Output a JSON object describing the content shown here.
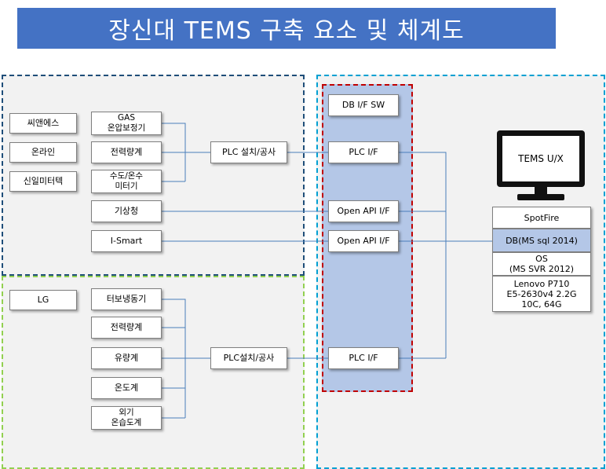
{
  "title": "장신대 TEMS 구축 요소 및 체계도",
  "colors": {
    "title_bg": "#4472C4",
    "group_a_border": "#1F4E79",
    "group_b_border": "#92D050",
    "server_border": "#00A0D2",
    "interface_border": "#C00000",
    "interface_fill": "#B4C7E7",
    "db_fill": "#B4C7E7"
  },
  "vendors": [
    "씨앤에스",
    "온라인",
    "신일미터텍",
    "LG"
  ],
  "devices_a": [
    "GAS\n온압보정기",
    "전력량계",
    "수도/온수\n미터기",
    "기상청",
    "I-Smart"
  ],
  "devices_b": [
    "터보냉동기",
    "전력량계",
    "유량계",
    "온도계",
    "외기\n온습도계"
  ],
  "plc_install_a": "PLC 설치/공사",
  "plc_install_b": "PLC설치/공사",
  "interfaces": [
    "DB I/F SW",
    "PLC I/F",
    "Open API I/F",
    "Open API I/F",
    "PLC I/F"
  ],
  "monitor_label": "TEMS U/X",
  "server_stack": [
    "SpotFire",
    "DB(MS sql 2014)",
    "OS\n(MS SVR 2012)",
    "Lenovo P710\nE5-2630v4 2.2G\n10C, 64G"
  ]
}
